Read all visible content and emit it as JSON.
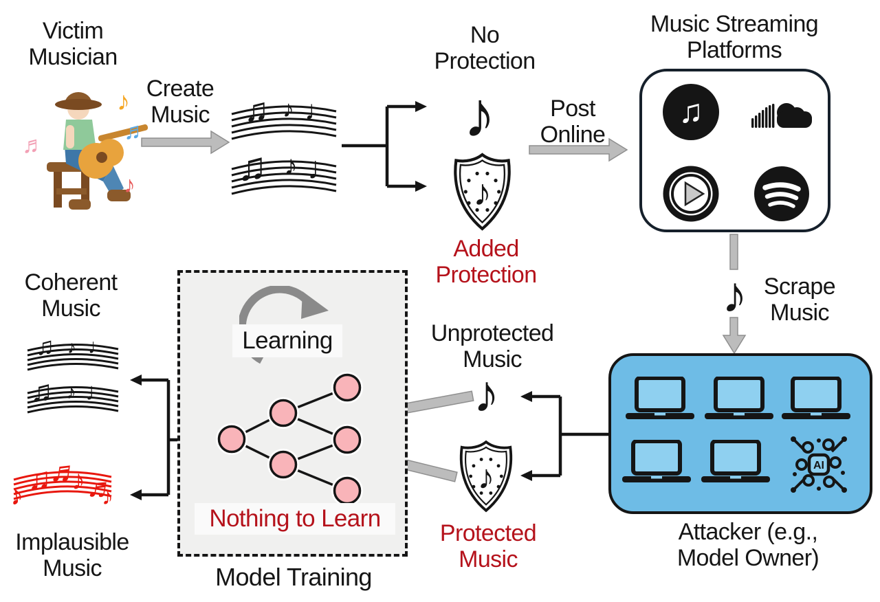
{
  "labels": {
    "victim": "Victim\nMusician",
    "create_music": "Create\nMusic",
    "no_protection": "No\nProtection",
    "added_protection": "Added\nProtection",
    "post_online": "Post\nOnline",
    "platforms": "Music Streaming\nPlatforms",
    "scrape_music": "Scrape\nMusic",
    "attacker": "Attacker (e.g.,\nModel Owner)",
    "unprotected": "Unprotected\nMusic",
    "protected": "Protected\nMusic",
    "learning": "Learning",
    "nothing_to_learn": "Nothing to Learn",
    "model_training": "Model Training",
    "coherent": "Coherent\nMusic",
    "implausible": "Implausible\nMusic",
    "ai_chip": "AI"
  },
  "icons": {
    "eighth_note": "♪",
    "beamed_note": "♫",
    "beamed_sixteenth": "♬",
    "quarter_note": "♩"
  },
  "colors": {
    "ink": "#151515",
    "alert_red": "#B5121B",
    "note_red": "#E8170E",
    "arrow_gray": "#BCBCBC",
    "arrow_gray_edge": "#8F8F8F",
    "cycle_gray": "#8A8A8A",
    "attacker_blue": "#6EBCE6",
    "laptop_screen_blue": "#8FD0F0",
    "node_pink": "#F9B4B9",
    "model_box_bg": "#F0F0EF",
    "band_bg": "#FAFAFA"
  }
}
